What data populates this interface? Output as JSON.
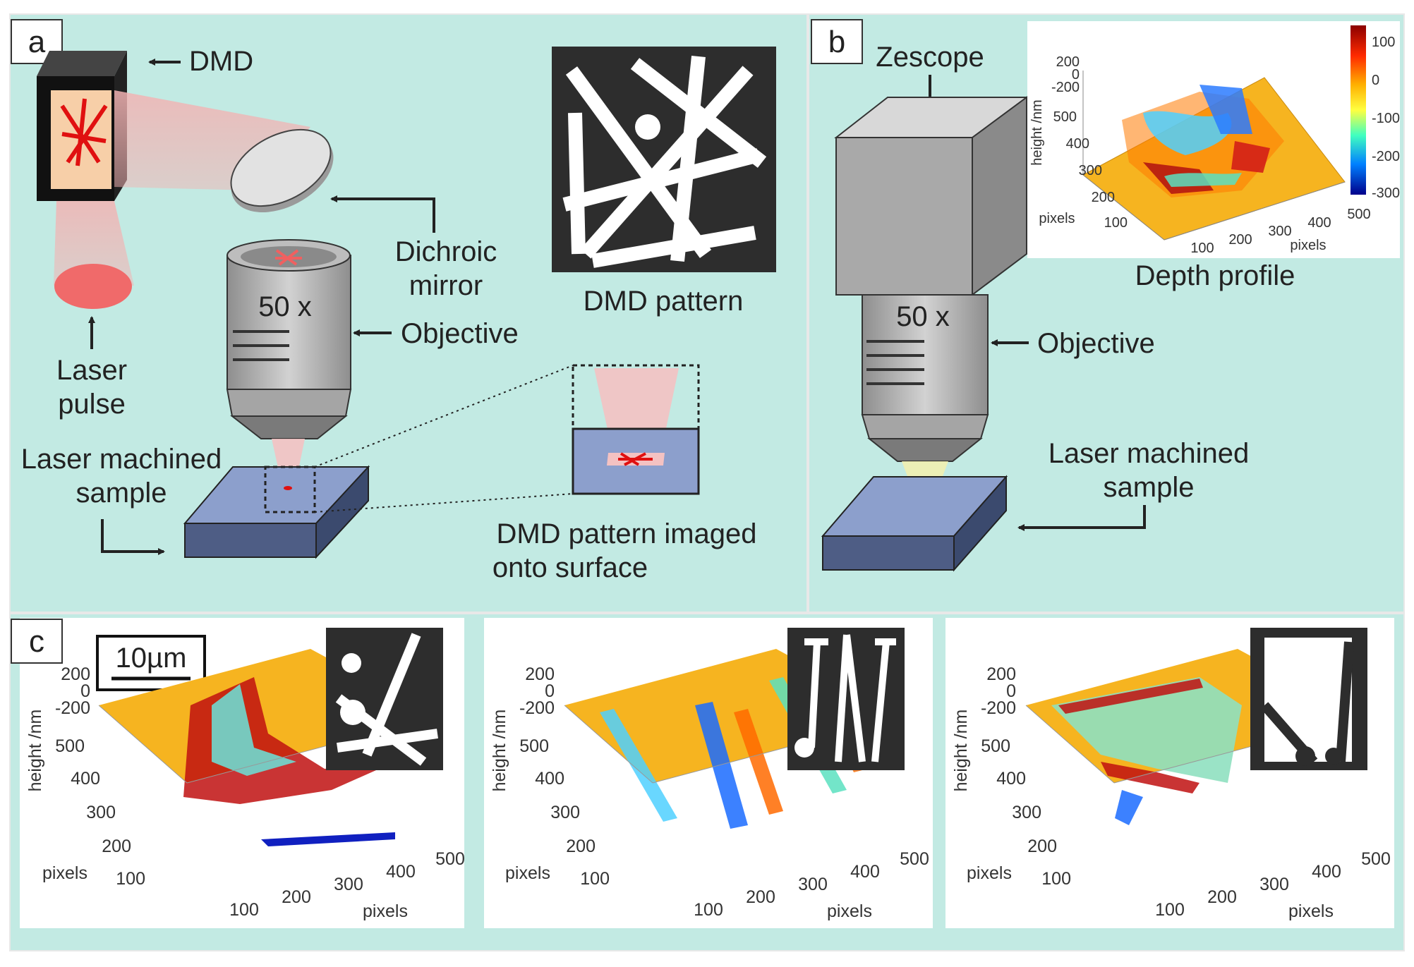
{
  "panel_a": {
    "label": "a",
    "dmd_label": "DMD",
    "dichroic_line1": "Dichroic",
    "dichroic_line2": "mirror",
    "objective_label": "Objective",
    "objective_mag": "50 x",
    "laser_line1": "Laser",
    "laser_line2": "pulse",
    "sample_line1": "Laser machined",
    "sample_line2": "sample",
    "dmd_pattern_caption": "DMD pattern",
    "imaged_line1": "DMD pattern imaged",
    "imaged_line2": "onto surface"
  },
  "panel_b": {
    "label": "b",
    "zescope_label": "Zescope",
    "objective_mag": "50 x",
    "objective_label": "Objective",
    "sample_line1": "Laser machined",
    "sample_line2": "sample",
    "depth_caption": "Depth profile",
    "plot": {
      "z_axis_label": "height /nm",
      "z_ticks": [
        "200",
        "0",
        "-200"
      ],
      "y_ticks": [
        "500",
        "400",
        "300",
        "200",
        "100"
      ],
      "x_ticks": [
        "100",
        "200",
        "300",
        "400",
        "500"
      ],
      "y_label": "pixels",
      "x_label": "pixels",
      "colorbar_ticks": [
        "100",
        "0",
        "-100",
        "-200",
        "-300"
      ]
    }
  },
  "panel_c": {
    "label": "c",
    "scale_bar": "10µm",
    "plots": [
      {
        "z_axis_label": "height /nm",
        "z_ticks": [
          "200",
          "0",
          "-200"
        ],
        "y_ticks": [
          "500",
          "400",
          "300",
          "200",
          "100"
        ],
        "x_ticks": [
          "100",
          "200",
          "300",
          "400",
          "500"
        ],
        "y_label": "pixels",
        "x_label": "pixels"
      },
      {
        "z_axis_label": "height /nm",
        "z_ticks": [
          "200",
          "0",
          "-200"
        ],
        "y_ticks": [
          "500",
          "400",
          "300",
          "200",
          "100"
        ],
        "x_ticks": [
          "100",
          "200",
          "300",
          "400",
          "500"
        ],
        "y_label": "pixels",
        "x_label": "pixels"
      },
      {
        "z_axis_label": "height /nm",
        "z_ticks": [
          "200",
          "0",
          "-200"
        ],
        "y_ticks": [
          "500",
          "400",
          "300",
          "200",
          "100"
        ],
        "x_ticks": [
          "100",
          "200",
          "300",
          "400",
          "500"
        ],
        "y_label": "pixels",
        "x_label": "pixels"
      }
    ]
  },
  "colors": {
    "panel_bg": "#c2eae3",
    "sample_top": "#8c9fcc",
    "sample_side": "#4e5d85",
    "surface": "#f6b420",
    "laser": "#f0868a"
  }
}
